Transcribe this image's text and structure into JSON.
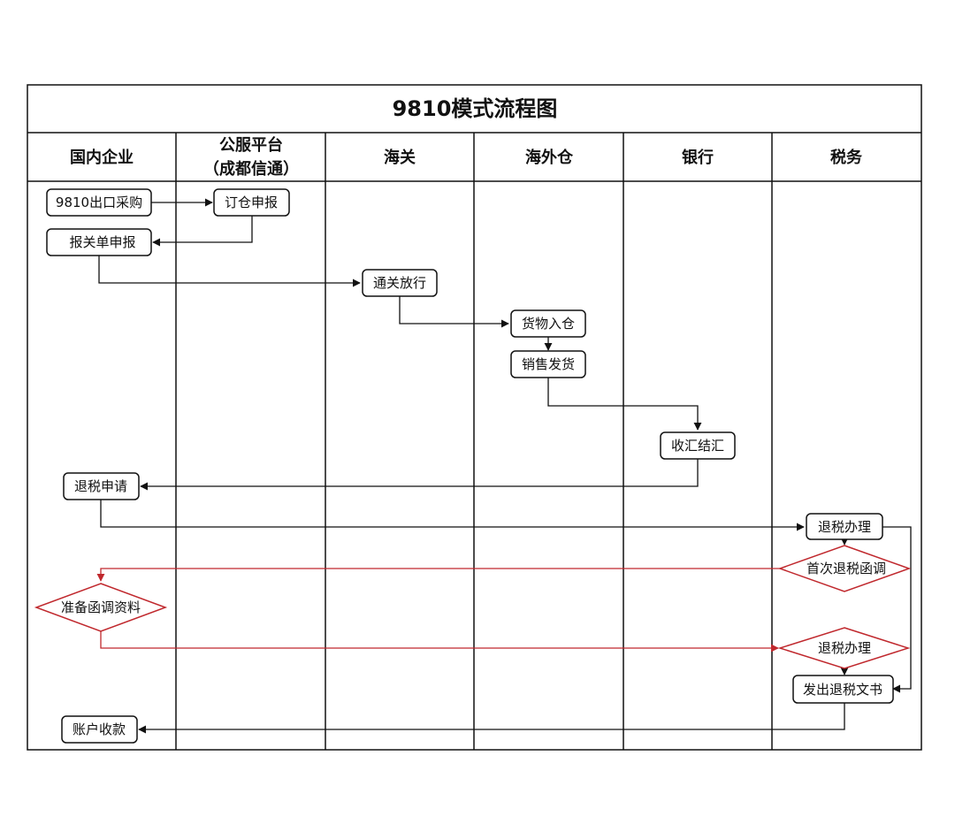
{
  "title": "9810模式流程图",
  "colors": {
    "black": "#111111",
    "red": "#c0282d"
  },
  "lanes": [
    {
      "lines": [
        "国内企业"
      ]
    },
    {
      "lines": [
        "公服平台",
        "（成都信通）"
      ]
    },
    {
      "lines": [
        "海关"
      ]
    },
    {
      "lines": [
        "海外仓"
      ]
    },
    {
      "lines": [
        "银行"
      ]
    },
    {
      "lines": [
        "税务"
      ]
    }
  ],
  "nodes": {
    "purchase": "9810出口采购",
    "book_warehouse": "订仓申报",
    "declaration": "报关单申报",
    "customs_release": "通关放行",
    "warehouse_in": "货物入仓",
    "sales_shipment": "销售发货",
    "fx_settlement": "收汇结汇",
    "refund_apply": "退税申请",
    "refund_process_1": "退税办理",
    "first_inquiry": "首次退税函调",
    "prepare_docs": "准备函调资料",
    "refund_process_2": "退税办理",
    "issue_doc": "发出退税文书",
    "account_receipt": "账户收款"
  }
}
